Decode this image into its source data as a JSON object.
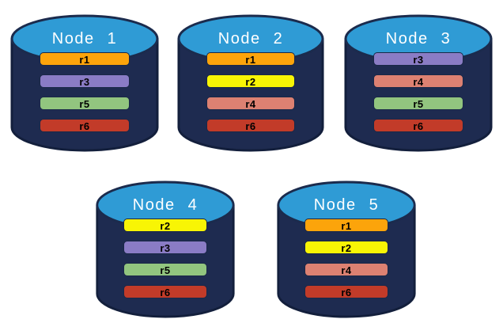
{
  "diagram": {
    "colors": {
      "background": "#FFFFFF",
      "cylinder_body": "#1E2B50",
      "cylinder_outline": "#131F3C",
      "cylinder_top": "#2F9BD5",
      "cylinder_top_outline": "#1B2B4D",
      "bar_outline": "#1A2847",
      "label_text": "#FFFFFF",
      "bar_text": "#000000"
    },
    "replica_colors": {
      "r1": "#FCA40B",
      "r2": "#F8F505",
      "r3": "#8A7CC5",
      "r4": "#DD8172",
      "r5": "#92C57F",
      "r6": "#C23B29"
    },
    "nodes": [
      {
        "label": "Node 1",
        "replicas": [
          "r1",
          "r3",
          "r5",
          "r6"
        ]
      },
      {
        "label": "Node 2",
        "replicas": [
          "r1",
          "r2",
          "r4",
          "r6"
        ]
      },
      {
        "label": "Node 3",
        "replicas": [
          "r3",
          "r4",
          "r5",
          "r6"
        ]
      },
      {
        "label": "Node 4",
        "replicas": [
          "r2",
          "r3",
          "r5",
          "r6"
        ]
      },
      {
        "label": "Node 5",
        "replicas": [
          "r1",
          "r2",
          "r4",
          "r6"
        ]
      }
    ]
  }
}
